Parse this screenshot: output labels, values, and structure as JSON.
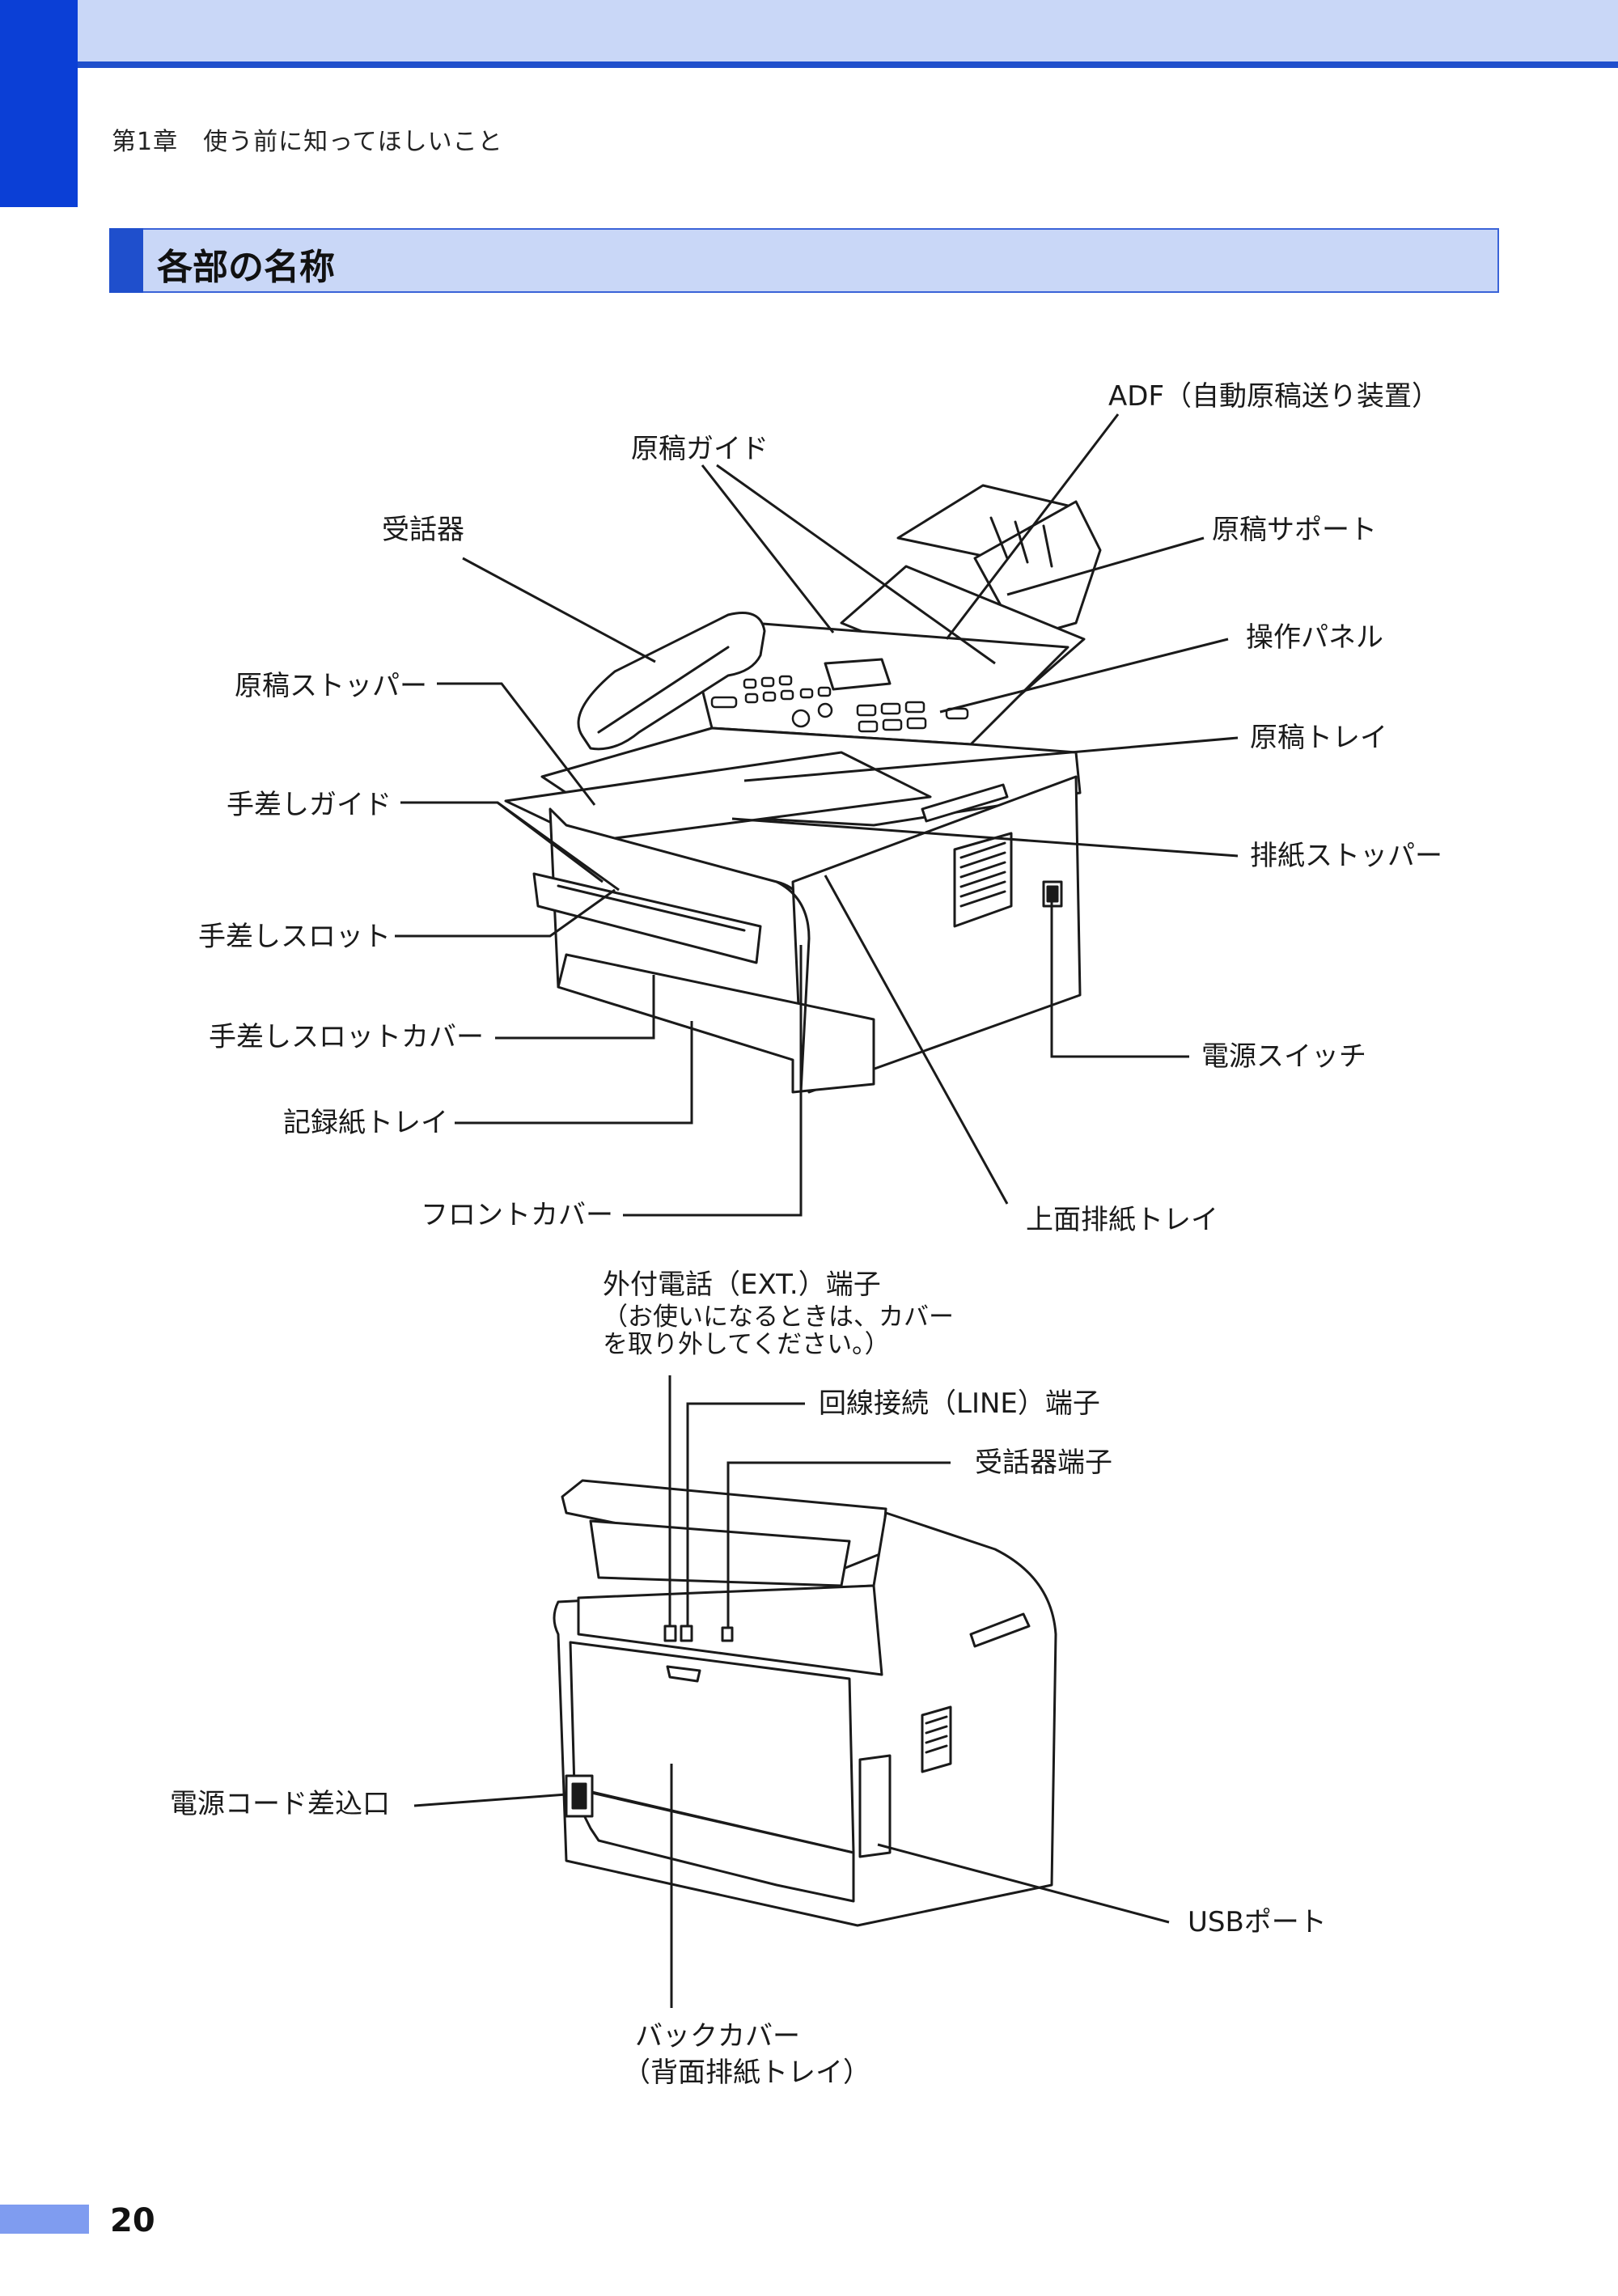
{
  "header": {
    "chapter": "第1章　使う前に知ってほしいこと"
  },
  "section": {
    "title": "各部の名称"
  },
  "front_labels": {
    "adf": "ADF（自動原稿送り装置）",
    "doc_guide": "原稿ガイド",
    "handset": "受話器",
    "doc_support": "原稿サポート",
    "control_panel": "操作パネル",
    "doc_stopper": "原稿ストッパー",
    "doc_tray": "原稿トレイ",
    "manual_guide": "手差しガイド",
    "output_stopper": "排紙ストッパー",
    "manual_slot": "手差しスロット",
    "manual_slot_cover": "手差しスロットカバー",
    "power_switch": "電源スイッチ",
    "paper_tray": "記録紙トレイ",
    "front_cover": "フロントカバー",
    "top_output_tray": "上面排紙トレイ"
  },
  "back_labels": {
    "ext_port": "外付電話（EXT.）端子",
    "ext_note_1": "（お使いになるときは、カバー",
    "ext_note_2": "を取り外してください。）",
    "line_port": "回線接続（LINE）端子",
    "handset_port": "受話器端子",
    "power_inlet": "電源コード差込口",
    "usb_port": "USBポート",
    "back_cover": "バックカバー",
    "back_cover_note": "（背面排紙トレイ）"
  },
  "footer": {
    "page_number": "20"
  },
  "colors": {
    "accent": "#1f4fcc",
    "band": "#c9d7f7",
    "corner": "#0b3fd6",
    "footer": "#7f9cf0"
  }
}
